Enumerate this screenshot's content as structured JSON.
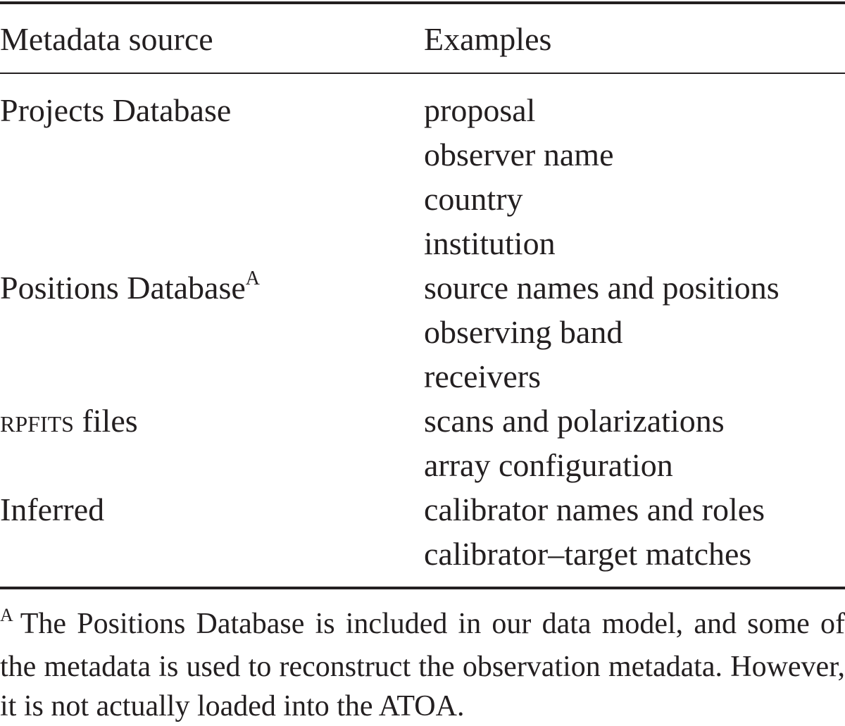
{
  "table": {
    "headers": {
      "col1": "Metadata source",
      "col2": "Examples"
    },
    "rows": [
      {
        "source": "Projects Database",
        "source_sup": "",
        "examples": [
          "proposal",
          "observer name",
          "country",
          "institution"
        ]
      },
      {
        "source": "Positions Database",
        "source_sup": "A",
        "examples": [
          "source names and positions",
          "observing band",
          "receivers"
        ]
      },
      {
        "source": "RPFITS",
        "source_suffix": " files",
        "source_sup": "",
        "examples": [
          "scans and polarizations",
          "array configuration"
        ]
      },
      {
        "source": "Inferred",
        "source_sup": "",
        "examples": [
          "calibrator names and roles",
          "calibrator–target matches"
        ]
      }
    ]
  },
  "footnote": {
    "mark": "A",
    "text": "The Positions Database is included in our data model, and some of the metadata is used to reconstruct the observation metadata. However, it is not actually loaded into the ATOA."
  }
}
